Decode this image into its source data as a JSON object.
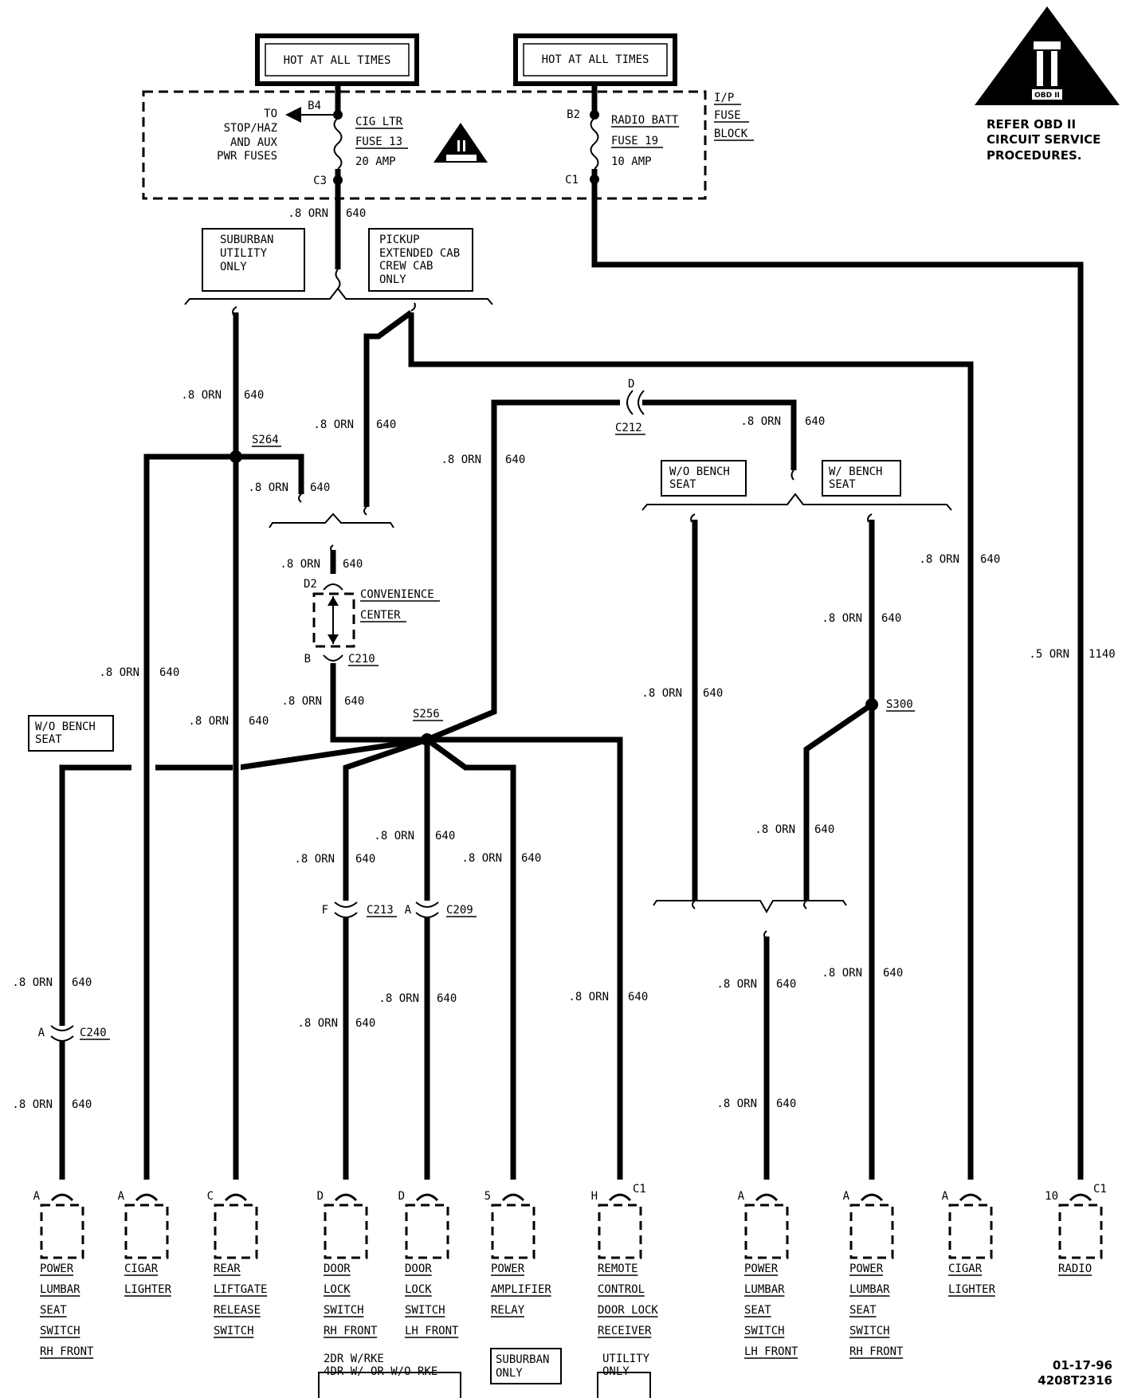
{
  "hot_boxes": [
    "HOT AT ALL TIMES",
    "HOT AT ALL TIMES"
  ],
  "fuse_block_label": [
    "I/P",
    "FUSE",
    "BLOCK"
  ],
  "obd_note": [
    "REFER OBD II",
    "CIRCUIT SERVICE",
    "PROCEDURES."
  ],
  "obd_badge": "OBD II",
  "to_fuses": [
    "TO",
    "STOP/HAZ",
    "AND AUX",
    "PWR FUSES"
  ],
  "fuse1": {
    "in_pin": "B4",
    "out_pin": "C3",
    "lines": [
      "CIG LTR",
      "FUSE 13",
      "20 AMP"
    ]
  },
  "fuse2": {
    "in_pin": "B2",
    "out_pin": "C1",
    "lines": [
      "RADIO BATT",
      "FUSE 19",
      "10 AMP"
    ]
  },
  "wire": {
    "gauge": ".8 ORN",
    "circuit": "640",
    "radio_gauge": ".5 ORN",
    "radio_circuit": "1140"
  },
  "options": {
    "suburban_utility": [
      "SUBURBAN",
      "UTILITY",
      "ONLY"
    ],
    "pickup": [
      "PICKUP",
      "EXTENDED CAB",
      "CREW CAB",
      "ONLY"
    ],
    "wo_bench": [
      "W/O BENCH",
      "SEAT"
    ],
    "w_bench": [
      "W/ BENCH",
      "SEAT"
    ],
    "wo_bench_left": [
      "W/O BENCH",
      "SEAT"
    ],
    "rke": [
      "2DR W/RKE",
      "4DR W/ OR W/O RKE"
    ],
    "suburban_only": [
      "SUBURBAN",
      "ONLY"
    ],
    "utility_only": [
      "UTILITY",
      "ONLY"
    ]
  },
  "splices": {
    "s264": "S264",
    "s256": "S256",
    "s300": "S300"
  },
  "connectors": {
    "c212": "C212",
    "c212_pin": "D",
    "c210": "C210",
    "c210_pin": "B",
    "d2": "D2",
    "c213": "C213",
    "c213_pin": "F",
    "c209": "C209",
    "c209_pin": "A",
    "c240": "C240",
    "c240_pin": "A"
  },
  "convenience_center": [
    "CONVENIENCE",
    "CENTER"
  ],
  "components": [
    {
      "pin": "A",
      "lines": [
        "POWER",
        "LUMBAR",
        "SEAT",
        "SWITCH",
        "RH FRONT"
      ]
    },
    {
      "pin": "A",
      "lines": [
        "CIGAR",
        "LIGHTER"
      ]
    },
    {
      "pin": "C",
      "lines": [
        "REAR",
        "LIFTGATE",
        "RELEASE",
        "SWITCH"
      ]
    },
    {
      "pin": "D",
      "lines": [
        "DOOR",
        "LOCK",
        "SWITCH",
        "RH FRONT"
      ]
    },
    {
      "pin": "D",
      "lines": [
        "DOOR",
        "LOCK",
        "SWITCH",
        "LH FRONT"
      ]
    },
    {
      "pin": "5",
      "lines": [
        "POWER",
        "AMPLIFIER",
        "RELAY"
      ]
    },
    {
      "pin": "H",
      "conn": "C1",
      "lines": [
        "REMOTE",
        "CONTROL",
        "DOOR LOCK",
        "RECEIVER"
      ]
    },
    {
      "pin": "A",
      "lines": [
        "POWER",
        "LUMBAR",
        "SEAT",
        "SWITCH",
        "LH FRONT"
      ]
    },
    {
      "pin": "A",
      "lines": [
        "POWER",
        "LUMBAR",
        "SEAT",
        "SWITCH",
        "RH FRONT"
      ]
    },
    {
      "pin": "A",
      "lines": [
        "CIGAR",
        "LIGHTER"
      ]
    },
    {
      "pin": "10",
      "conn": "C1",
      "lines": [
        "RADIO"
      ]
    }
  ],
  "footer": [
    "01-17-96",
    "4208T2316"
  ]
}
